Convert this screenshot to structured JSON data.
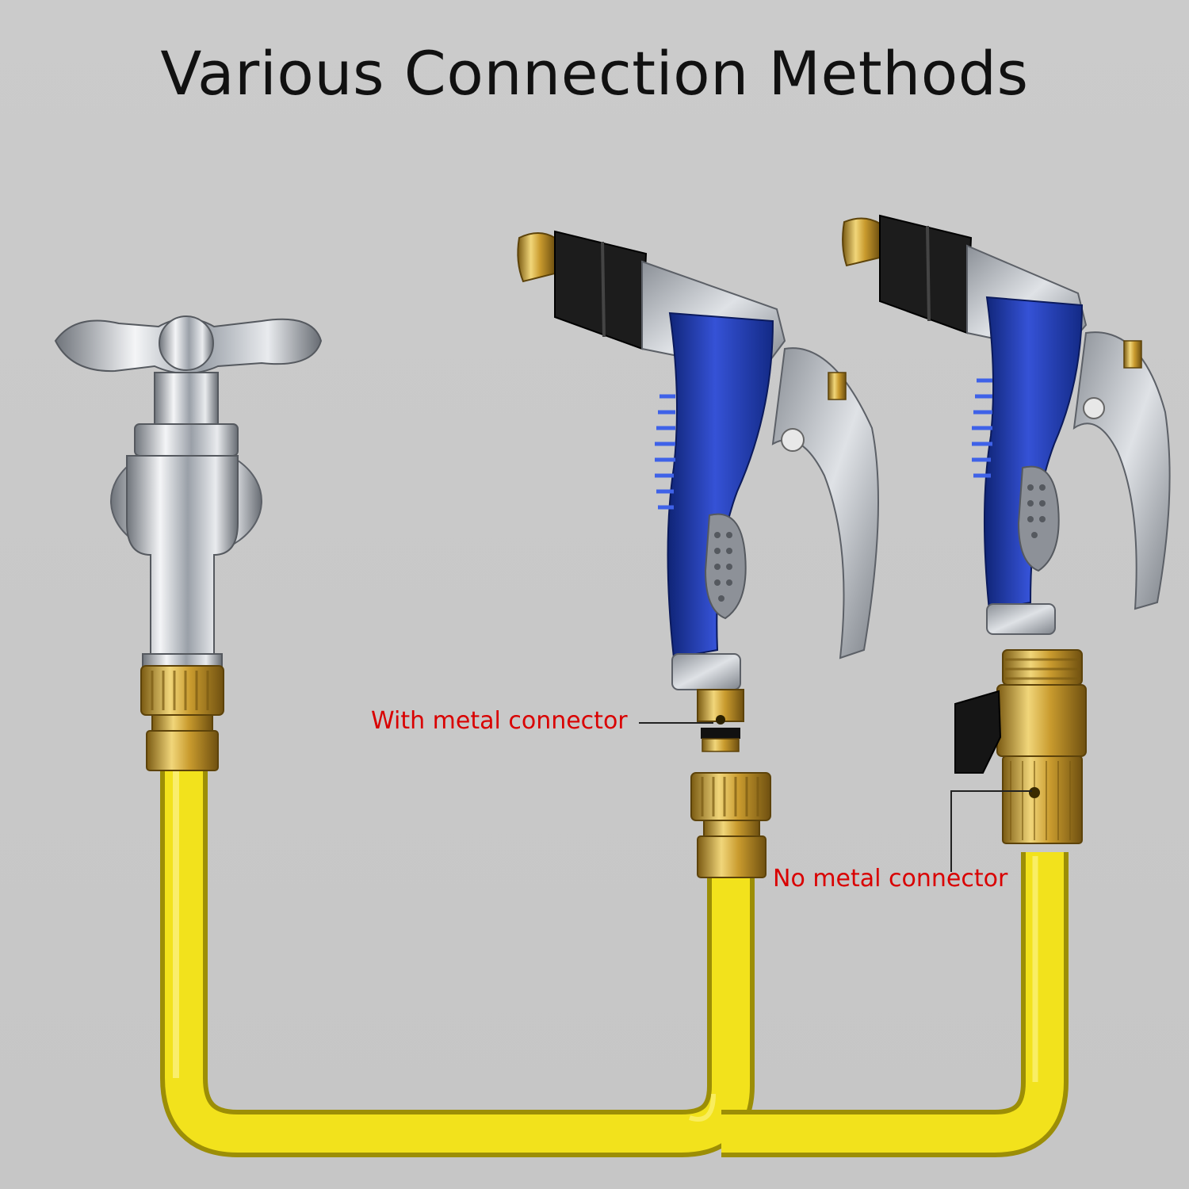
{
  "title": "Various Connection Methods",
  "callouts": {
    "with_metal": "With metal connector",
    "no_metal": "No metal connector"
  },
  "objects": [
    "faucet",
    "spray-gun-left",
    "spray-gun-right",
    "yellow-hose",
    "brass-quick-connector",
    "brass-shutoff-valve"
  ],
  "colors": {
    "background": "#c8c8c8",
    "hose": "#f2e21c",
    "brass": "#c9a23a",
    "gun_blue": "#1f3fb3",
    "chrome": "#b9bdc4",
    "callout_text": "#d90000"
  }
}
